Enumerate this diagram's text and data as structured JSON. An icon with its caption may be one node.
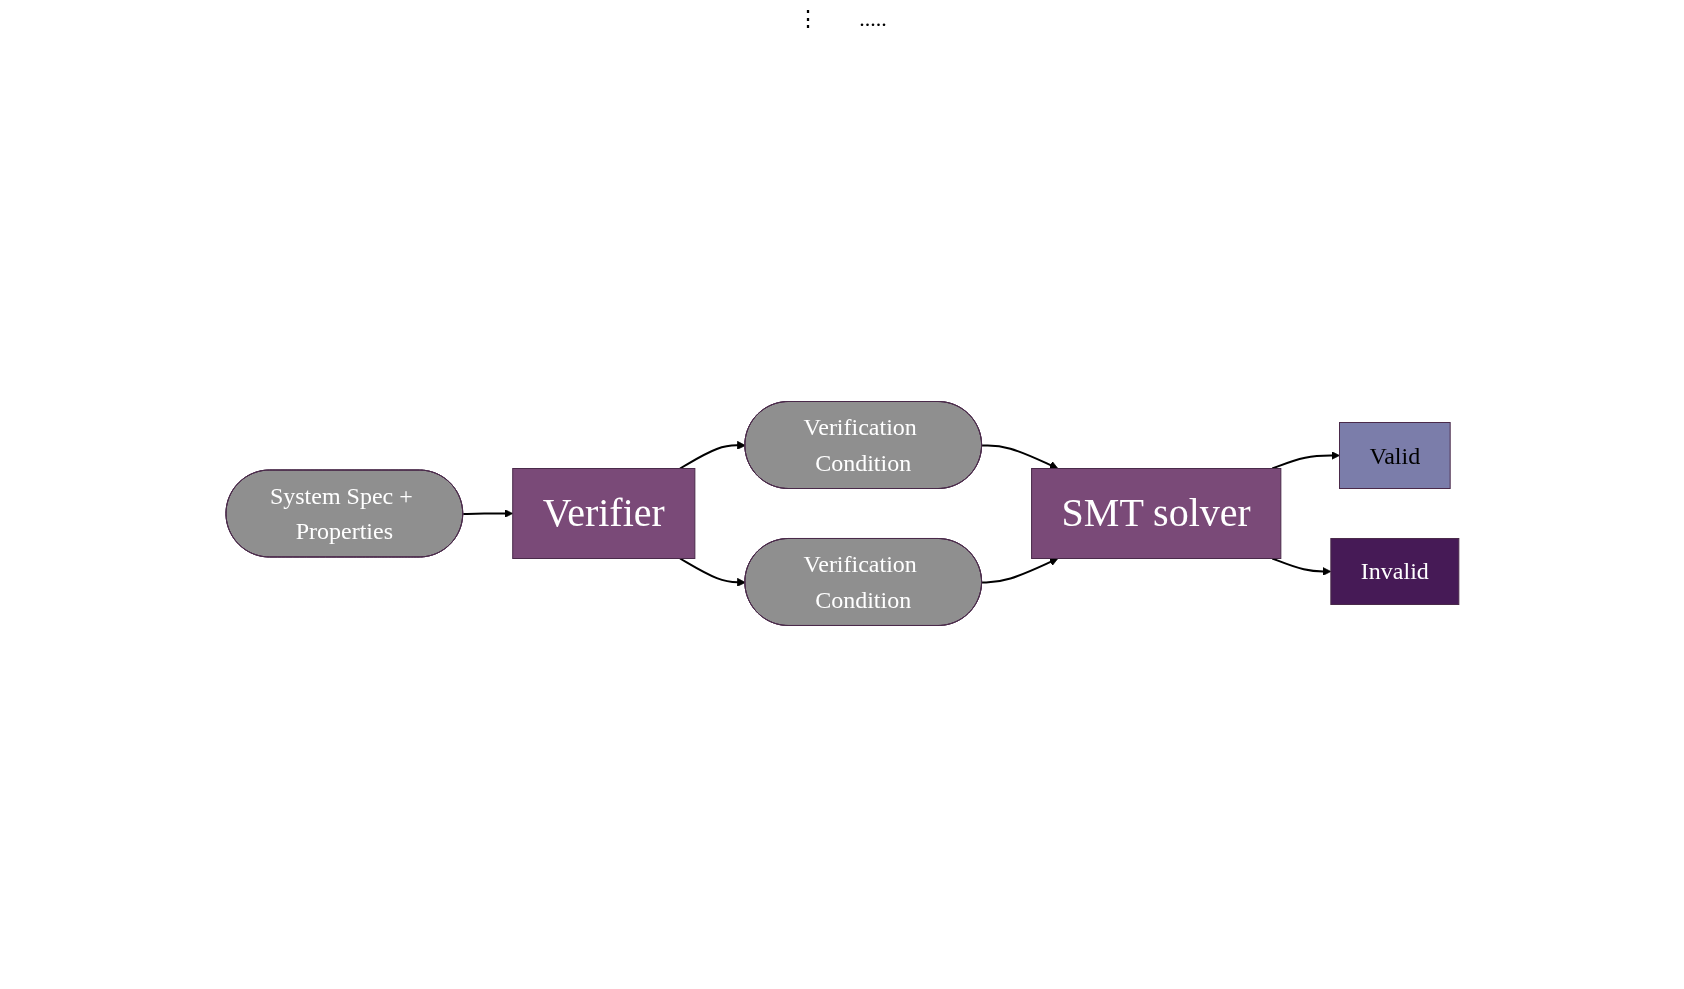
{
  "diagram": {
    "nodes": [
      {
        "text": [
          "System Spec + Properties"
        ]
      },
      {
        "text": [
          "Verifier"
        ]
      },
      {
        "text": [
          "Verification Condition"
        ]
      },
      {
        "text": [
          "Verification Condition"
        ]
      },
      {
        "text": [
          "SMT solver"
        ]
      },
      {
        "text": [
          "Valid"
        ]
      },
      {
        "text": [
          "Invalid"
        ]
      }
    ],
    "edges": [
      {
        "from": 0,
        "to": 1,
        "arrow": "to"
      },
      {
        "from": 1,
        "to": 2,
        "arrow": "to"
      },
      {
        "from": 1,
        "to": 3,
        "arrow": "to"
      },
      {
        "from": 3,
        "to": 4,
        "arrow": "to"
      },
      {
        "from": 2,
        "to": 4,
        "arrow": "to"
      },
      {
        "from": 4,
        "to": 5,
        "arrow": "to"
      },
      {
        "from": 4,
        "to": 6,
        "arrow": "to"
      }
    ],
    "labels": [
      "⋮",
      "....."
    ]
  }
}
